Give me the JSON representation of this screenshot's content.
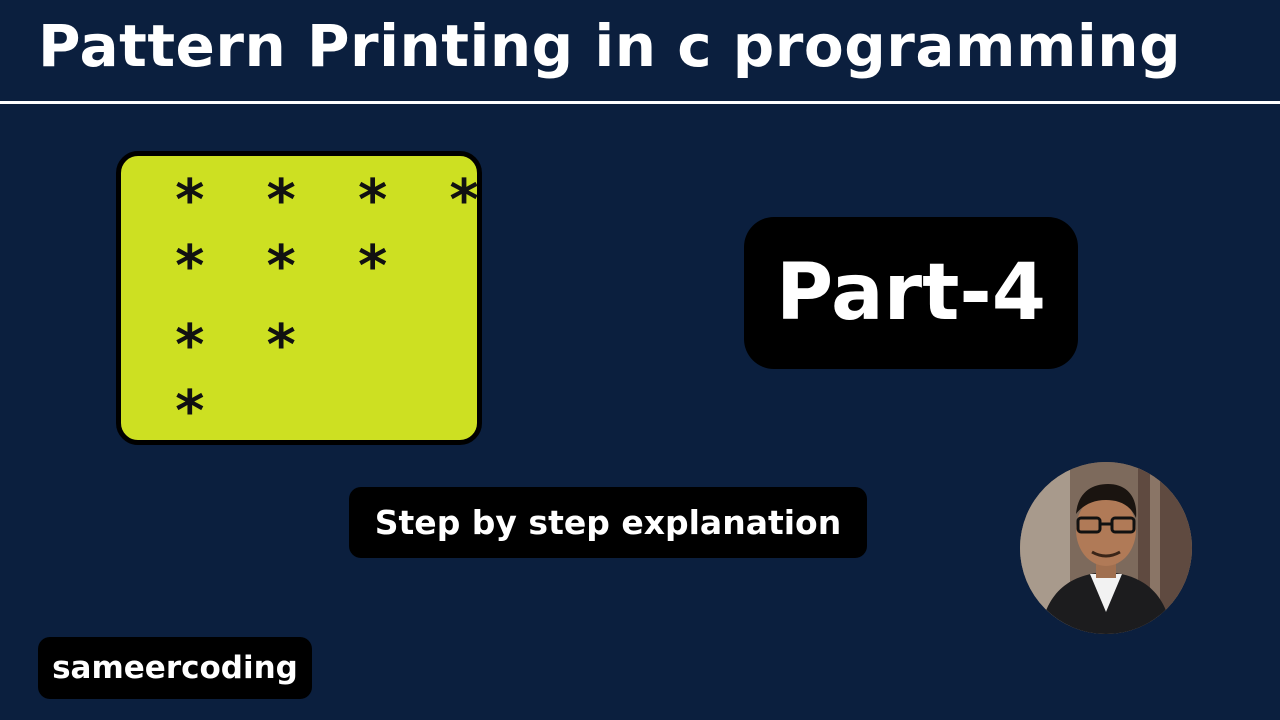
{
  "header": {
    "title": "Pattern Printing in c programming"
  },
  "pattern": {
    "rows": [
      "* * * *",
      "* * *",
      "* *",
      "*"
    ]
  },
  "badges": {
    "part": "Part-4",
    "subtitle": "Step by step explanation",
    "channel": "sameercoding"
  },
  "avatar": {
    "icon": "person-photo"
  },
  "colors": {
    "background": "#0b1f3e",
    "pattern_box": "#cde022",
    "badge": "#000000",
    "text": "#ffffff"
  }
}
